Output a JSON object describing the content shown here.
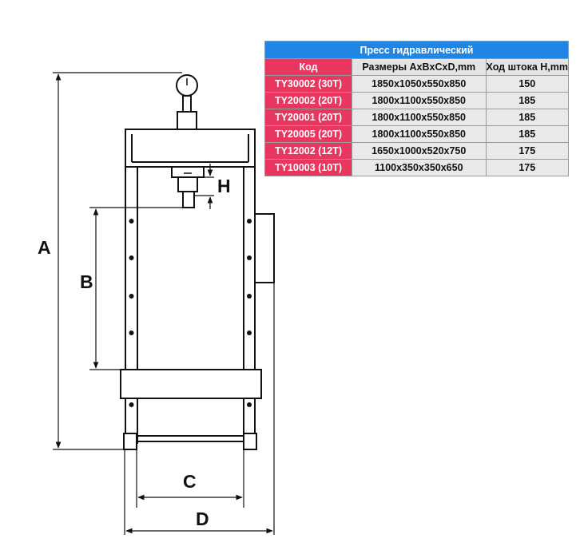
{
  "table": {
    "title": "Пресс гидравлический",
    "headers": [
      "Код",
      "Размеры AxBxCxD,mm",
      "Ход штока H,mm"
    ],
    "rows": [
      {
        "code": "TY30002 (30T)",
        "dims": "1850x1050x550x850",
        "stroke": "150"
      },
      {
        "code": "TY20002 (20T)",
        "dims": "1800x1100x550x850",
        "stroke": "185"
      },
      {
        "code": "TY20001 (20T)",
        "dims": "1800x1100x550x850",
        "stroke": "185"
      },
      {
        "code": "TY20005 (20T)",
        "dims": "1800x1100x550x850",
        "stroke": "185"
      },
      {
        "code": "TY12002 (12T)",
        "dims": "1650x1000x520x750",
        "stroke": "175"
      },
      {
        "code": "TY10003 (10T)",
        "dims": "1100x350x350x650",
        "stroke": "175"
      }
    ]
  },
  "diagram": {
    "labels": {
      "a": "A",
      "b": "B",
      "c": "C",
      "d": "D",
      "h": "H"
    }
  },
  "colors": {
    "title_bg": "#1f86e4",
    "code_bg": "#e8365f",
    "cell_bg": "#e9e9e9"
  }
}
